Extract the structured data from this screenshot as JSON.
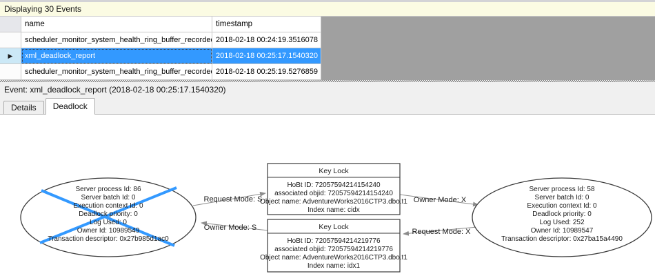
{
  "events_grid": {
    "header": "Displaying 30 Events",
    "columns": [
      "name",
      "timestamp"
    ],
    "selected_row_marker": "▶",
    "rows": [
      {
        "name": "scheduler_monitor_system_health_ring_buffer_recorded",
        "timestamp": "2018-02-18 00:24:19.3516078"
      },
      {
        "name": "xml_deadlock_report",
        "timestamp": "2018-02-18 00:25:17.1540320"
      },
      {
        "name": "scheduler_monitor_system_health_ring_buffer_recorded",
        "timestamp": "2018-02-18 00:25:19.5276859"
      }
    ]
  },
  "event_bar": {
    "label": "Event: xml_deadlock_report (2018-02-18 00:25:17.1540320)"
  },
  "tabs": [
    {
      "label": "Details"
    },
    {
      "label": "Deadlock"
    }
  ],
  "deadlock_graph": {
    "victim_process": {
      "lines": [
        "Server process Id: 86",
        "Server batch Id: 0",
        "Execution context Id: 0",
        "Deadlock priority: 0",
        "Log Used: 0",
        "Owner Id: 10989549",
        "Transaction descriptor: 0x27b985d1ac0"
      ]
    },
    "other_process": {
      "lines": [
        "Server process Id: 58",
        "Server batch Id: 0",
        "Execution context Id: 0",
        "Deadlock priority: 0",
        "Log Used: 252",
        "Owner Id: 10989547",
        "Transaction descriptor: 0x27ba15a4490"
      ]
    },
    "top_lock": {
      "title": "Key Lock",
      "lines": [
        "HoBt ID: 72057594214154240",
        "associated objid: 72057594214154240",
        "Object name: AdventureWorks2016CTP3.dbo.t1",
        "Index name: cidx"
      ]
    },
    "bottom_lock": {
      "title": "Key Lock",
      "lines": [
        "HoBt ID: 72057594214219776",
        "associated objid: 72057594214219776",
        "Object name: AdventureWorks2016CTP3.dbo.t1",
        "Index name: idx1"
      ]
    },
    "edges": {
      "request_s": "Request Mode: S",
      "owner_s": "Owner Mode: S",
      "owner_x": "Owner Mode: X",
      "request_x": "Request Mode: X"
    },
    "colors": {
      "victim_cross": "#3399FF",
      "edge": "#8C8C8C",
      "node_stroke": "#3A3A3A",
      "selection": "#3399FF"
    }
  }
}
